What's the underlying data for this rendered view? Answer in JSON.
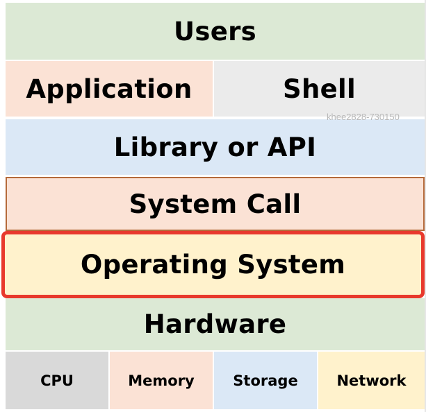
{
  "layers": {
    "users": "Users",
    "application": "Application",
    "shell": "Shell",
    "library": "Library or API",
    "system_call": "System Call",
    "operating_system": "Operating System",
    "hardware": "Hardware"
  },
  "hardware_components": {
    "cpu": "CPU",
    "memory": "Memory",
    "storage": "Storage",
    "network": "Network"
  },
  "watermark": "khee2828-730150",
  "colors": {
    "users": "#dce9d5",
    "application": "#fbe2d5",
    "shell": "#ebebeb",
    "library": "#dbe8f6",
    "system_call": "#fbe2d5",
    "system_call_border": "#b56a3a",
    "operating_system": "#fff2cc",
    "highlight_border": "#e8392c",
    "hardware": "#dce9d5",
    "cpu": "#d9d9d9",
    "memory": "#fbe2d5",
    "storage": "#dbe8f6",
    "network": "#fff2cc"
  }
}
